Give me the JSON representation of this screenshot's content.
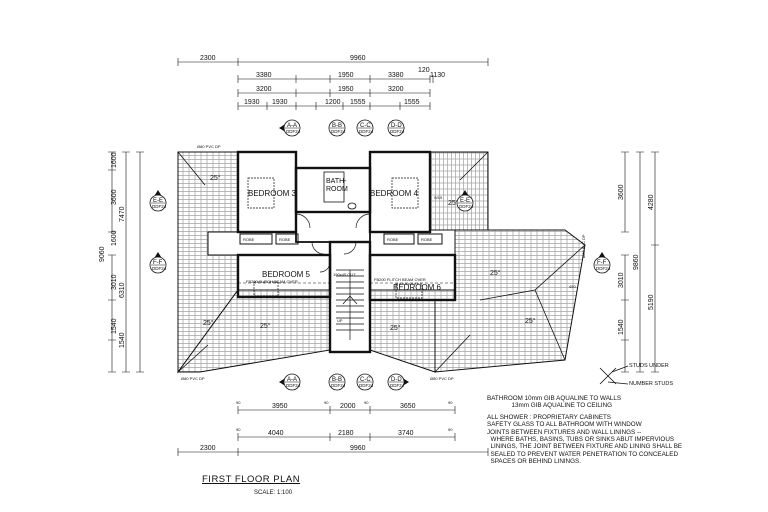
{
  "drawing": {
    "title": "FIRST FLOOR PLAN",
    "scale": "SCALE: 1:100"
  },
  "dims": {
    "top": [
      "2300",
      "9960",
      "3380",
      "1950",
      "3380",
      "120",
      "1130",
      "3200",
      "1950",
      "3200",
      "1930",
      "1930",
      "1200",
      "1555",
      "1555"
    ],
    "bottom": [
      "3950",
      "2000",
      "3650",
      "4040",
      "2180",
      "3740",
      "2300",
      "9960"
    ],
    "bottom_small": [
      "90",
      "90",
      "90",
      "90",
      "90",
      "90"
    ],
    "left": [
      "1600",
      "3600",
      "1600",
      "7470",
      "9060",
      "6310",
      "3010",
      "1540",
      "1540"
    ],
    "right": [
      "3600",
      "4280",
      "9860",
      "3010",
      "5190",
      "1540",
      "450"
    ]
  },
  "rooms": {
    "bedroom3": "BEDROOM 3",
    "bedroom4": "BEDROOM 4",
    "bedroom5": "BEDROOM 5",
    "bedroom6": "BEDROOM 6",
    "bath": "BATH-",
    "room": "ROOM"
  },
  "plan_labels": {
    "pvc_top": "Ø80 PVC DP",
    "pvc_bottom": "Ø80 PVC DP",
    "pvc_right": "Ø80 PVC DP",
    "robe": "ROBE",
    "slope": "25°",
    "flitch": "FB200 FLITCH BEAM OVER",
    "ws": "W15",
    "up": "UP",
    "lintel": "190x45 OUT"
  },
  "sections": {
    "aa": {
      "id": "A-A",
      "sheet": "DDF24"
    },
    "bb": {
      "id": "B-B",
      "sheet": "DDF24"
    },
    "cc": {
      "id": "C-C",
      "sheet": "DDF24"
    },
    "dd": {
      "id": "D-D",
      "sheet": "DDF24"
    },
    "ee": {
      "id": "E-E",
      "sheet": "DDF24"
    },
    "ff": {
      "id": "F-F",
      "sheet": "DDF24"
    }
  },
  "legend": {
    "studs_under": "STUDS UNDER",
    "number_studs": "NUMBER STUDS"
  },
  "notes": [
    "BATHROOM 10mm GIB AQUALINE TO WALLS",
    "              13mm GIB AQUALINE TO CEILING",
    "",
    "ALL SHOWER : PROPRIETARY CABINETS",
    "SAFETY GLASS TO ALL BATHROOM WITH WINDOW",
    "JOINTS BETWEEN FIXTURES AND WALL LININGS --",
    "  WHERE BATHS, BASINS, TUBS OR SINKS ABUT IMPERVIOUS",
    "  LININGS, THE JOINT BETWEEN FIXTURE AND LINING SHALL BE",
    "  SEALED TO PREVENT WATER PENETRATION TO CONCEALED",
    "  SPACES OR BEHIND LININGS."
  ]
}
